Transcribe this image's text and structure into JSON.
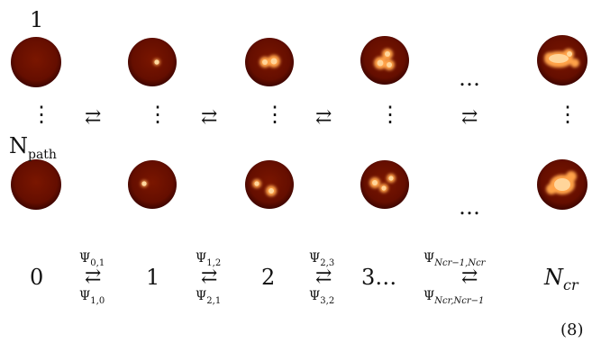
{
  "labels": {
    "top_left": "1",
    "bottom_left_main": "N",
    "bottom_left_sub": "path",
    "vdots": "⋮",
    "hdots": "…",
    "exchange_arrow": "⇄"
  },
  "states": [
    {
      "label": "0"
    },
    {
      "label": "1"
    },
    {
      "label": "2"
    },
    {
      "label": "3…"
    },
    {
      "label_main": "N",
      "label_sub": "cr"
    }
  ],
  "transitions": [
    {
      "top": "Ψ",
      "top_sub": "0,1",
      "bottom": "Ψ",
      "bottom_sub": "1,0"
    },
    {
      "top": "Ψ",
      "top_sub": "1,2",
      "bottom": "Ψ",
      "bottom_sub": "2,1"
    },
    {
      "top": "Ψ",
      "top_sub": "2,3",
      "bottom": "Ψ",
      "bottom_sub": "3,2"
    },
    {
      "top": "Ψ",
      "top_sub": "Ncr−1,Ncr",
      "bottom": "Ψ",
      "bottom_sub": "Ncr,Ncr−1"
    }
  ],
  "equation_number": "(8)",
  "colors": {
    "disk_dark": "#5a0a00",
    "disk_mid": "#7a1800",
    "blob_hot": "#ffd49a",
    "blob_warm": "#ff9a3a",
    "text": "#111111"
  }
}
